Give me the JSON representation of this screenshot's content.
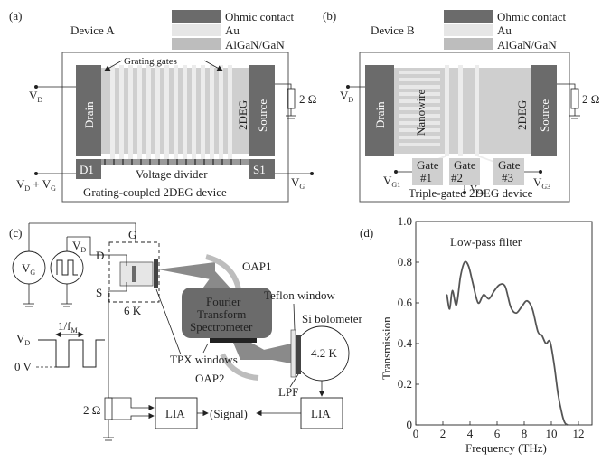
{
  "legend": {
    "ohmic": "Ohmic contact",
    "au": "Au",
    "algan": "AlGaN/GaN",
    "colors": {
      "ohmic": "#6b6b6b",
      "au": "#e6e6e6",
      "algan": "#bdbdbd"
    }
  },
  "panel_a": {
    "label": "(a)",
    "title": "Device A",
    "grating_gates": "Grating gates",
    "drain": "Drain",
    "source": "Source",
    "twodeg": "2DEG",
    "d1": "D1",
    "s1": "S1",
    "voltage_divider": "Voltage divider",
    "caption": "Grating-coupled 2DEG device",
    "resistor": "2 Ω",
    "vd": "V",
    "vd_sub": "D",
    "vdvg_1": "V",
    "vdvg_sub1": "D",
    "vdvg_plus": " + V",
    "vdvg_sub2": "G",
    "vg": "V",
    "vg_sub": "G"
  },
  "panel_b": {
    "label": "(b)",
    "title": "Device B",
    "drain": "Drain",
    "source": "Source",
    "nanowire": "Nanowire",
    "twodeg": "2DEG",
    "gate1": "Gate",
    "gate1_num": "#1",
    "gate2": "Gate",
    "gate2_num": "#2",
    "gate3": "Gate",
    "gate3_num": "#3",
    "vd": "V",
    "vd_sub": "D",
    "vg1": "V",
    "vg1_sub": "G1",
    "vg2": "V",
    "vg2_sub": "G1",
    "vg3": "V",
    "vg3_sub": "G3",
    "caption": "Triple-gated 2DEG device",
    "resistor": "2 Ω"
  },
  "panel_c": {
    "label": "(c)",
    "g": "G",
    "d": "D",
    "s": "S",
    "vg": "V",
    "vg_sub": "G",
    "vd": "V",
    "vd_sub": "D",
    "temp_6k": "6 K",
    "oap1": "OAP1",
    "oap2": "OAP2",
    "fts_line1": "Fourier",
    "fts_line2": "Transform",
    "fts_line3": "Spectrometer",
    "teflon": "Teflon window",
    "si_bolometer": "Si bolometer",
    "temp_42k": "4.2 K",
    "tpx": "TPX windows",
    "lpf": "LPF",
    "freq_label": "1/f",
    "freq_sub": "M",
    "pulse_vd": "V",
    "pulse_vd_sub": "D",
    "zero_v": "0 V",
    "resistor": "2 Ω",
    "lia": "LIA",
    "signal": "(Signal)"
  },
  "panel_d": {
    "label": "(d)",
    "annotation": "Low-pass filter",
    "chart_data": {
      "type": "line",
      "title": "",
      "xlabel": "Frequency (THz)",
      "ylabel": "Transmission",
      "xlim": [
        0,
        13
      ],
      "ylim": [
        0,
        1.0
      ],
      "xticks": [
        "0",
        "2",
        "4",
        "6",
        "8",
        "10",
        "12"
      ],
      "yticks": [
        "0",
        "0.2",
        "0.4",
        "0.6",
        "0.8",
        "1.0"
      ],
      "grid": false,
      "line_color": "#555555",
      "x": [
        2.3,
        2.5,
        2.7,
        3.0,
        3.3,
        3.6,
        3.9,
        4.2,
        4.6,
        5.0,
        5.4,
        5.8,
        6.2,
        6.6,
        7.0,
        7.4,
        7.8,
        8.2,
        8.6,
        9.0,
        9.3,
        9.6,
        9.9,
        10.2,
        10.5,
        10.8,
        11.0,
        11.2
      ],
      "y": [
        0.64,
        0.57,
        0.66,
        0.59,
        0.73,
        0.8,
        0.78,
        0.7,
        0.6,
        0.64,
        0.62,
        0.66,
        0.69,
        0.68,
        0.58,
        0.55,
        0.58,
        0.61,
        0.57,
        0.46,
        0.44,
        0.4,
        0.41,
        0.3,
        0.15,
        0.05,
        0.01,
        0.0
      ]
    }
  }
}
